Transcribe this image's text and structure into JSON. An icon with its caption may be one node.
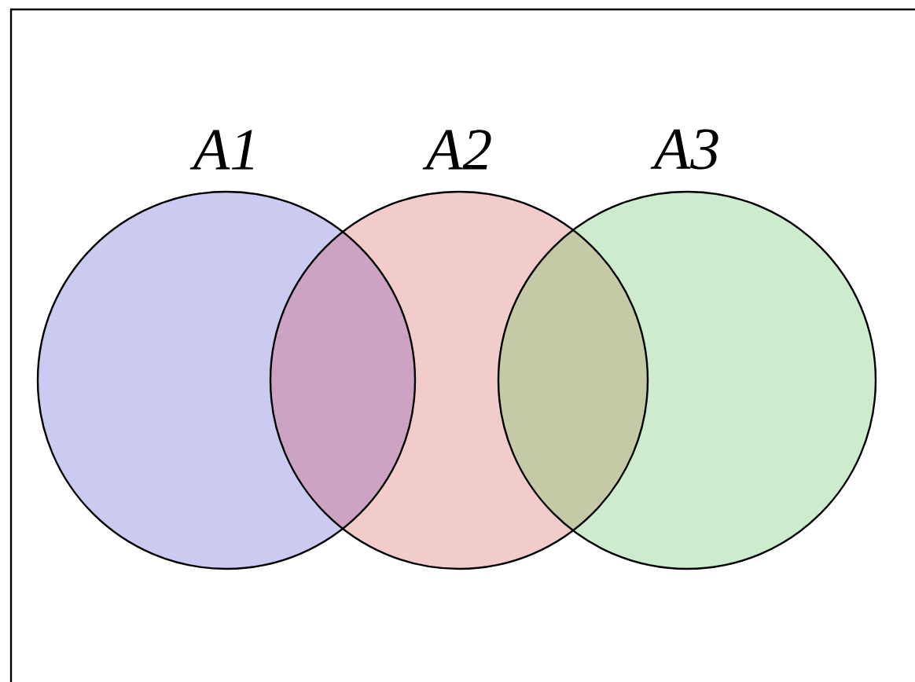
{
  "diagram": {
    "nodes": [
      {
        "text": [
          "A1"
        ]
      },
      {
        "text": [
          "A2"
        ]
      },
      {
        "text": [
          "A3"
        ]
      }
    ]
  }
}
